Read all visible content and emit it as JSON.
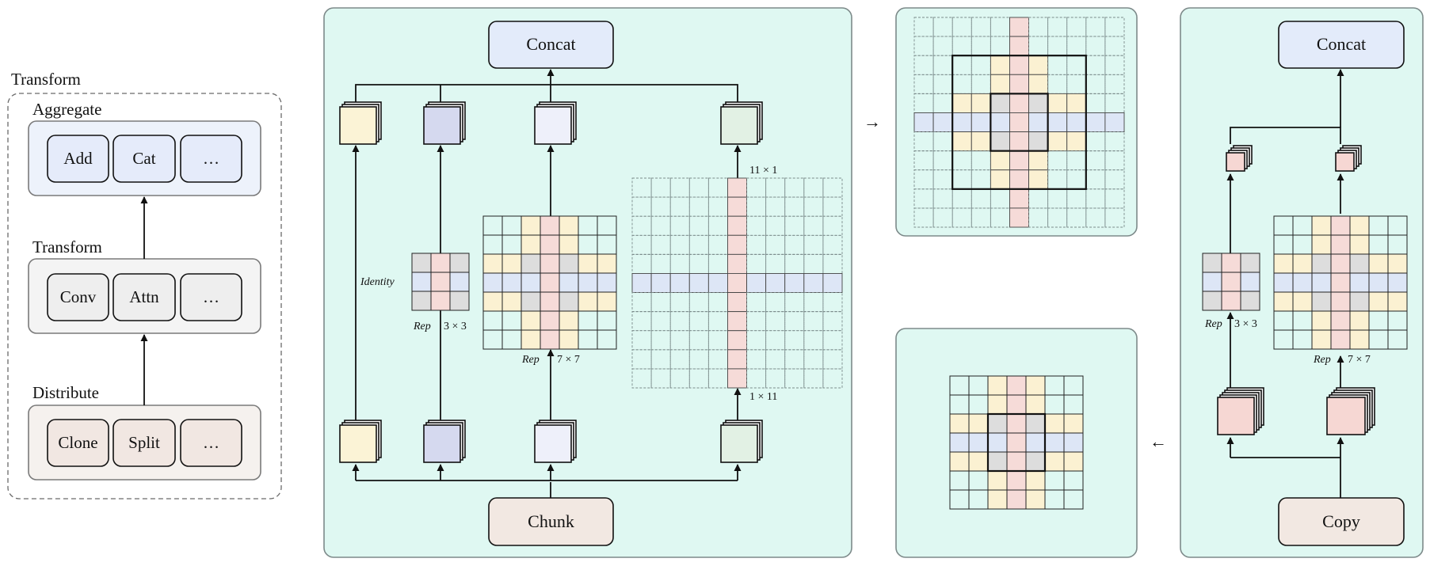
{
  "colors": {
    "panel": "#dff8f2",
    "aggregate_bg": "#edf2fb",
    "aggregate_box": "#e5ebfa",
    "transform_bg": "#f4f4f4",
    "transform_box": "#eeeeee",
    "distribute_bg": "#f5f1ee",
    "distribute_box": "#f1e7e2",
    "concat": "#e3ebfa",
    "chunk": "#f2e8e2",
    "copy": "#f2e8e2",
    "vertical_strip": "#f6dbd8",
    "horizontal_strip": "#dde6f6",
    "diag_yellow": "#fbf1d2",
    "diag_gray": "#dddddd",
    "feat_yellow": "#fbf3d6",
    "feat_purple": "#d5d9ef",
    "feat_light": "#eef0fa",
    "feat_green": "#e2f1e4",
    "feat_pink": "#f6d7d3"
  },
  "left": {
    "outer_label": "Transform",
    "groups": [
      {
        "title": "Aggregate",
        "items": [
          "Add",
          "Cat",
          "…"
        ]
      },
      {
        "title": "Transform",
        "items": [
          "Conv",
          "Attn",
          "…"
        ]
      },
      {
        "title": "Distribute",
        "items": [
          "Clone",
          "Split",
          "…"
        ]
      }
    ]
  },
  "middle": {
    "concat": "Concat",
    "chunk": "Chunk",
    "identity": "Identity",
    "rep3_prefix": "Rep",
    "rep3_size": "3 × 3",
    "rep7_prefix": "Rep",
    "rep7_size": "7 × 7",
    "k11_top": "11 × 1",
    "k11_bottom": "1 × 11"
  },
  "right": {
    "concat": "Concat",
    "copy": "Copy",
    "rep3_prefix": "Rep",
    "rep3_size": "3 × 3",
    "rep7_prefix": "Rep",
    "rep7_size": "7 × 7"
  },
  "arrows": {
    "to_right": "→",
    "to_left": "←"
  }
}
